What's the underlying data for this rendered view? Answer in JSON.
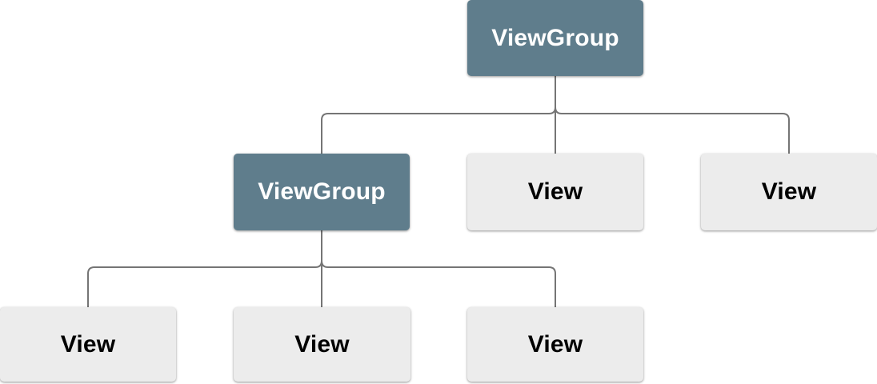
{
  "diagram": {
    "type": "tree",
    "root": {
      "label": "ViewGroup",
      "kind": "viewgroup"
    },
    "level2": [
      {
        "label": "ViewGroup",
        "kind": "viewgroup"
      },
      {
        "label": "View",
        "kind": "view"
      },
      {
        "label": "View",
        "kind": "view"
      }
    ],
    "level3": [
      {
        "label": "View",
        "kind": "view"
      },
      {
        "label": "View",
        "kind": "view"
      },
      {
        "label": "View",
        "kind": "view"
      }
    ]
  },
  "colors": {
    "viewgroup_fill": "#5f7d8c",
    "viewgroup_text": "#ffffff",
    "view_fill": "#ececec",
    "view_text": "#000000",
    "connector": "#757575",
    "background": "#ffffff"
  }
}
